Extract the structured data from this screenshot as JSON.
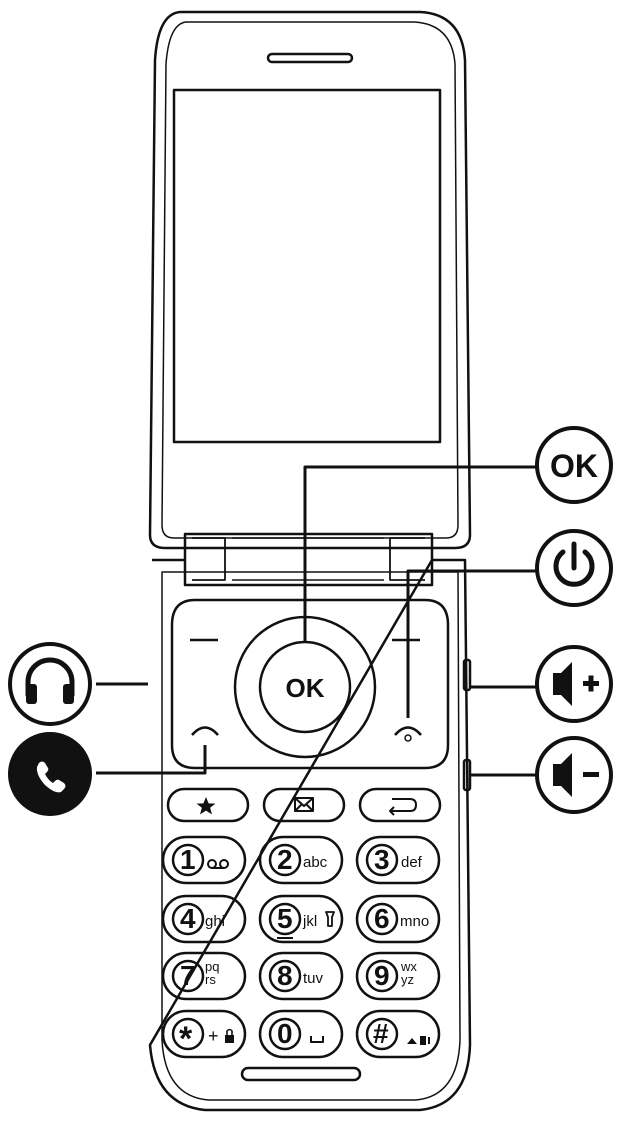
{
  "center_key": {
    "label": "OK"
  },
  "callouts": {
    "ok": {
      "icon": "ok-icon",
      "label": "OK"
    },
    "power": {
      "icon": "power-icon"
    },
    "headset": {
      "icon": "headset-icon"
    },
    "call": {
      "icon": "phone-call-icon"
    },
    "volume_up": {
      "icon": "volume-up-icon"
    },
    "volume_down": {
      "icon": "volume-down-icon"
    }
  },
  "function_keys": [
    {
      "icon": "star-icon"
    },
    {
      "icon": "envelope-icon"
    },
    {
      "icon": "back-arrow-icon"
    }
  ],
  "keypad": [
    {
      "digit": "1",
      "sub": "",
      "icon": "voicemail-icon"
    },
    {
      "digit": "2",
      "sub": "abc"
    },
    {
      "digit": "3",
      "sub": "def"
    },
    {
      "digit": "4",
      "sub": "ghi"
    },
    {
      "digit": "5",
      "sub": "jkl",
      "icon": "flashlight-icon"
    },
    {
      "digit": "6",
      "sub": "mno"
    },
    {
      "digit": "7",
      "sub_top": "pq",
      "sub_bottom": "rs"
    },
    {
      "digit": "8",
      "sub": "tuv"
    },
    {
      "digit": "9",
      "sub_top": "wx",
      "sub_bottom": "yz"
    },
    {
      "digit": "*",
      "sub": "+",
      "icon": "lock-icon"
    },
    {
      "digit": "0",
      "icon": "space-icon"
    },
    {
      "digit": "#",
      "icon": "shift-vibrate-icon"
    }
  ]
}
